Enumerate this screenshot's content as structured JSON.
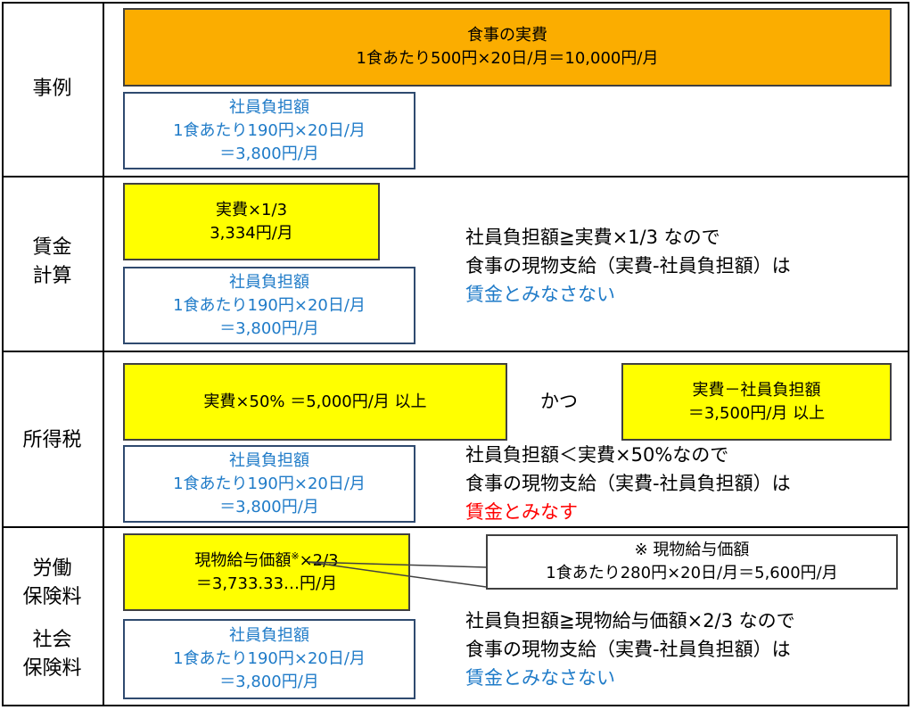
{
  "rows": {
    "r1": {
      "label_lines": [
        "事例"
      ]
    },
    "r2": {
      "label_lines": [
        "賃金",
        "計算"
      ]
    },
    "r3": {
      "label_lines": [
        "所得税"
      ]
    },
    "r4": {
      "label_lines": [
        "労働",
        "保険料",
        "社会",
        "保険料"
      ]
    }
  },
  "boxes": {
    "actual_cost": {
      "line1": "食事の実費",
      "line2": "1食あたり500円×20日/月＝10,000円/月"
    },
    "employee_share": {
      "line1": "社員負担額",
      "line2": "1食あたり190円×20日/月",
      "line3": "＝3,800円/月"
    },
    "one_third": {
      "line1": "実費×1/3",
      "line2": "3,334円/月"
    },
    "fifty_percent": {
      "line1": "実費×50% ＝5,000円/月 以上"
    },
    "katsu": "かつ",
    "diff": {
      "line1": "実費－社員負担額",
      "line2": "＝3,500円/月 以上"
    },
    "inkind": {
      "line1a": "現物給与価額",
      "mark": "※",
      "line1b": "×2/3",
      "line2": "＝3,733.33…円/月"
    },
    "note_box": {
      "line1": "※ 現物給与価額",
      "line2": "1食あたり280円×20日/月＝5,600円/月"
    }
  },
  "notes": {
    "wage": {
      "line1": "社員負担額≧実費×1/3 なので",
      "line2": "食事の現物支給（実費-社員負担額）は",
      "line3": "賃金とみなさない"
    },
    "tax": {
      "line1": "社員負担額＜実費×50%なので",
      "line2": "食事の現物支給（実費-社員負担額）は",
      "line3": "賃金とみなす"
    },
    "insurance": {
      "line1": "社員負担額≧現物給与価額×2/3 なので",
      "line2": "食事の現物支給（実費-社員負担額）は",
      "line3": "賃金とみなさない"
    }
  },
  "colors": {
    "orange": "#fbad00",
    "yellow": "#ffff00",
    "blue_text": "#1f7bc8",
    "red_text": "#ff0000"
  }
}
